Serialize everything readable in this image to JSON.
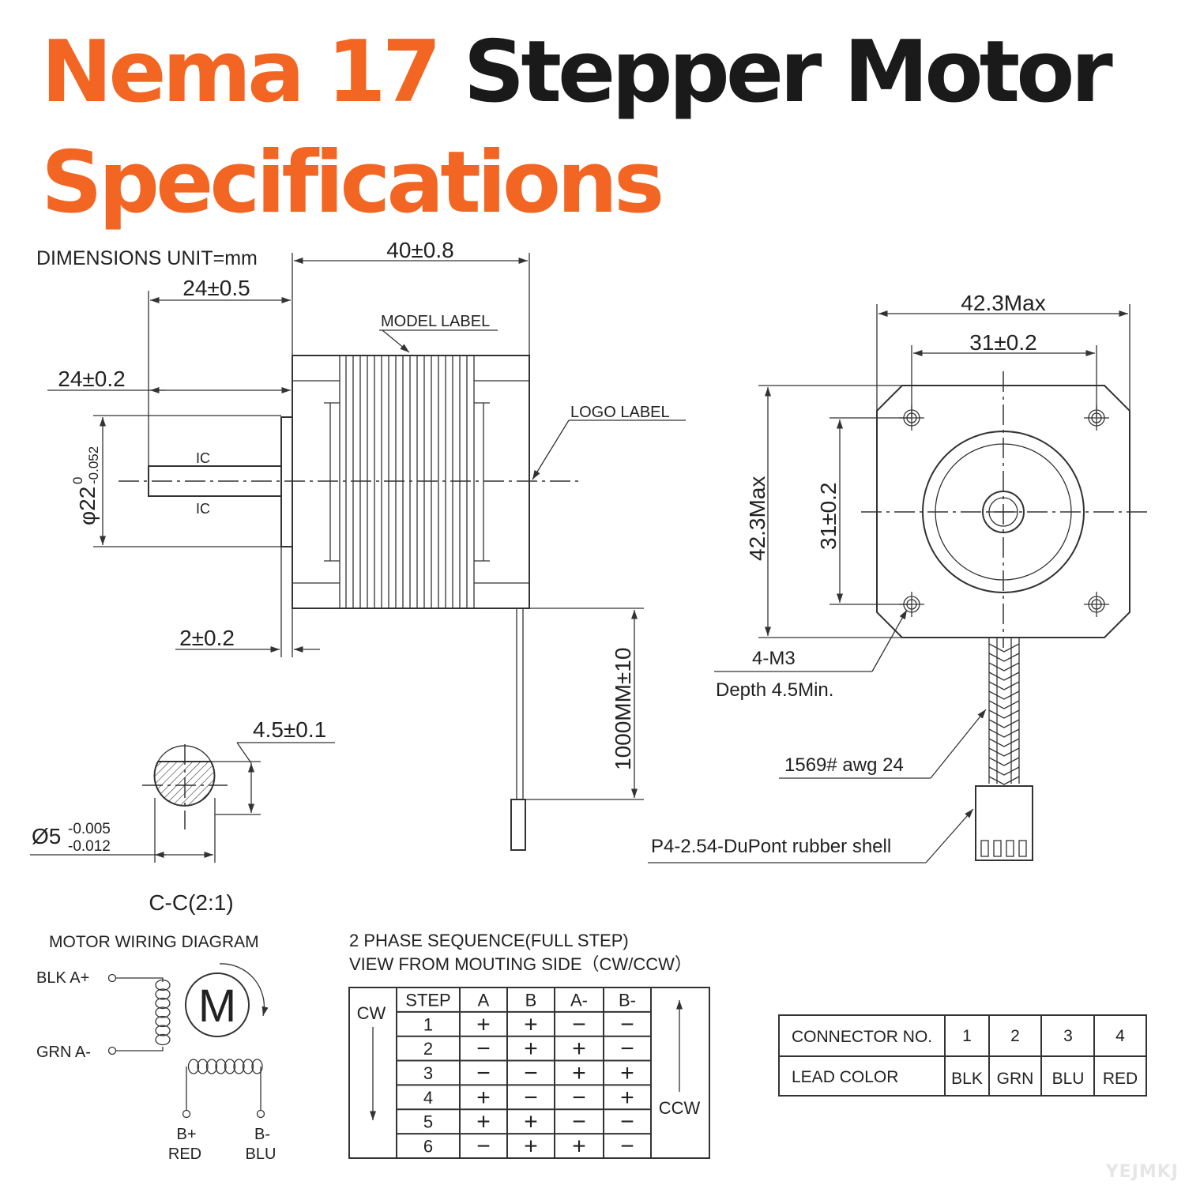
{
  "title": {
    "part1": "Nema 17",
    "part2": "Stepper Motor",
    "line2": "Specifications"
  },
  "side_view": {
    "units": "DIMENSIONS UNIT=mm",
    "body_length": "40±0.8",
    "shaft_length": "24±0.5",
    "flat_length": "24±0.2",
    "boss_diameter": "φ22",
    "boss_tol_upper": "0",
    "boss_tol_lower": "-0.052",
    "boss_thickness": "2±0.2",
    "model_label": "MODEL LABEL",
    "logo_label": "LOGO LABEL",
    "section_mark_top": "IC",
    "section_mark_bottom": "IC",
    "cable_length": "1000MM±10"
  },
  "section": {
    "flat": "4.5±0.1",
    "diameter": "Ø5",
    "tol_upper": "-0.005",
    "tol_lower": "-0.012",
    "caption": "C-C(2:1)"
  },
  "front_view": {
    "width": "42.3Max",
    "hole_spacing_h": "31±0.2",
    "height": "42.3Max",
    "hole_spacing_v": "31±0.2",
    "holes": "4-M3",
    "depth": "Depth 4.5Min.",
    "wire": "1569# awg 24",
    "connector": "P4-2.54-DuPont rubber shell"
  },
  "wiring": {
    "title": "MOTOR WIRING  DIAGRAM",
    "a_plus": "BLK  A+",
    "a_minus": "GRN  A-",
    "b_plus": "B+",
    "b_plus_color": "RED",
    "b_minus": "B-",
    "b_minus_color": "BLU",
    "motor_symbol": "M"
  },
  "phase_table": {
    "title_line1": "2 PHASE SEQUENCE(FULL STEP)",
    "title_line2": "VIEW FROM MOUTING SIDE（CW/CCW）",
    "cw": "CW",
    "ccw": "CCW",
    "headers": [
      "STEP",
      "A",
      "B",
      "A-",
      "B-"
    ],
    "rows": [
      [
        "1",
        "+",
        "+",
        "−",
        "−"
      ],
      [
        "2",
        "−",
        "+",
        "+",
        "−"
      ],
      [
        "3",
        "−",
        "−",
        "+",
        "+"
      ],
      [
        "4",
        "+",
        "−",
        "−",
        "+"
      ],
      [
        "5",
        "+",
        "+",
        "−",
        "−"
      ],
      [
        "6",
        "−",
        "+",
        "+",
        "−"
      ]
    ]
  },
  "connector_table": {
    "row1_label": "CONNECTOR NO.",
    "row2_label": "LEAD COLOR",
    "numbers": [
      "1",
      "2",
      "3",
      "4"
    ],
    "colors": [
      "BLK",
      "GRN",
      "BLU",
      "RED"
    ]
  },
  "watermark": "YEJMKJ",
  "colors": {
    "accent": "#f26522",
    "ink": "#1a1a1a",
    "line": "#333333"
  }
}
